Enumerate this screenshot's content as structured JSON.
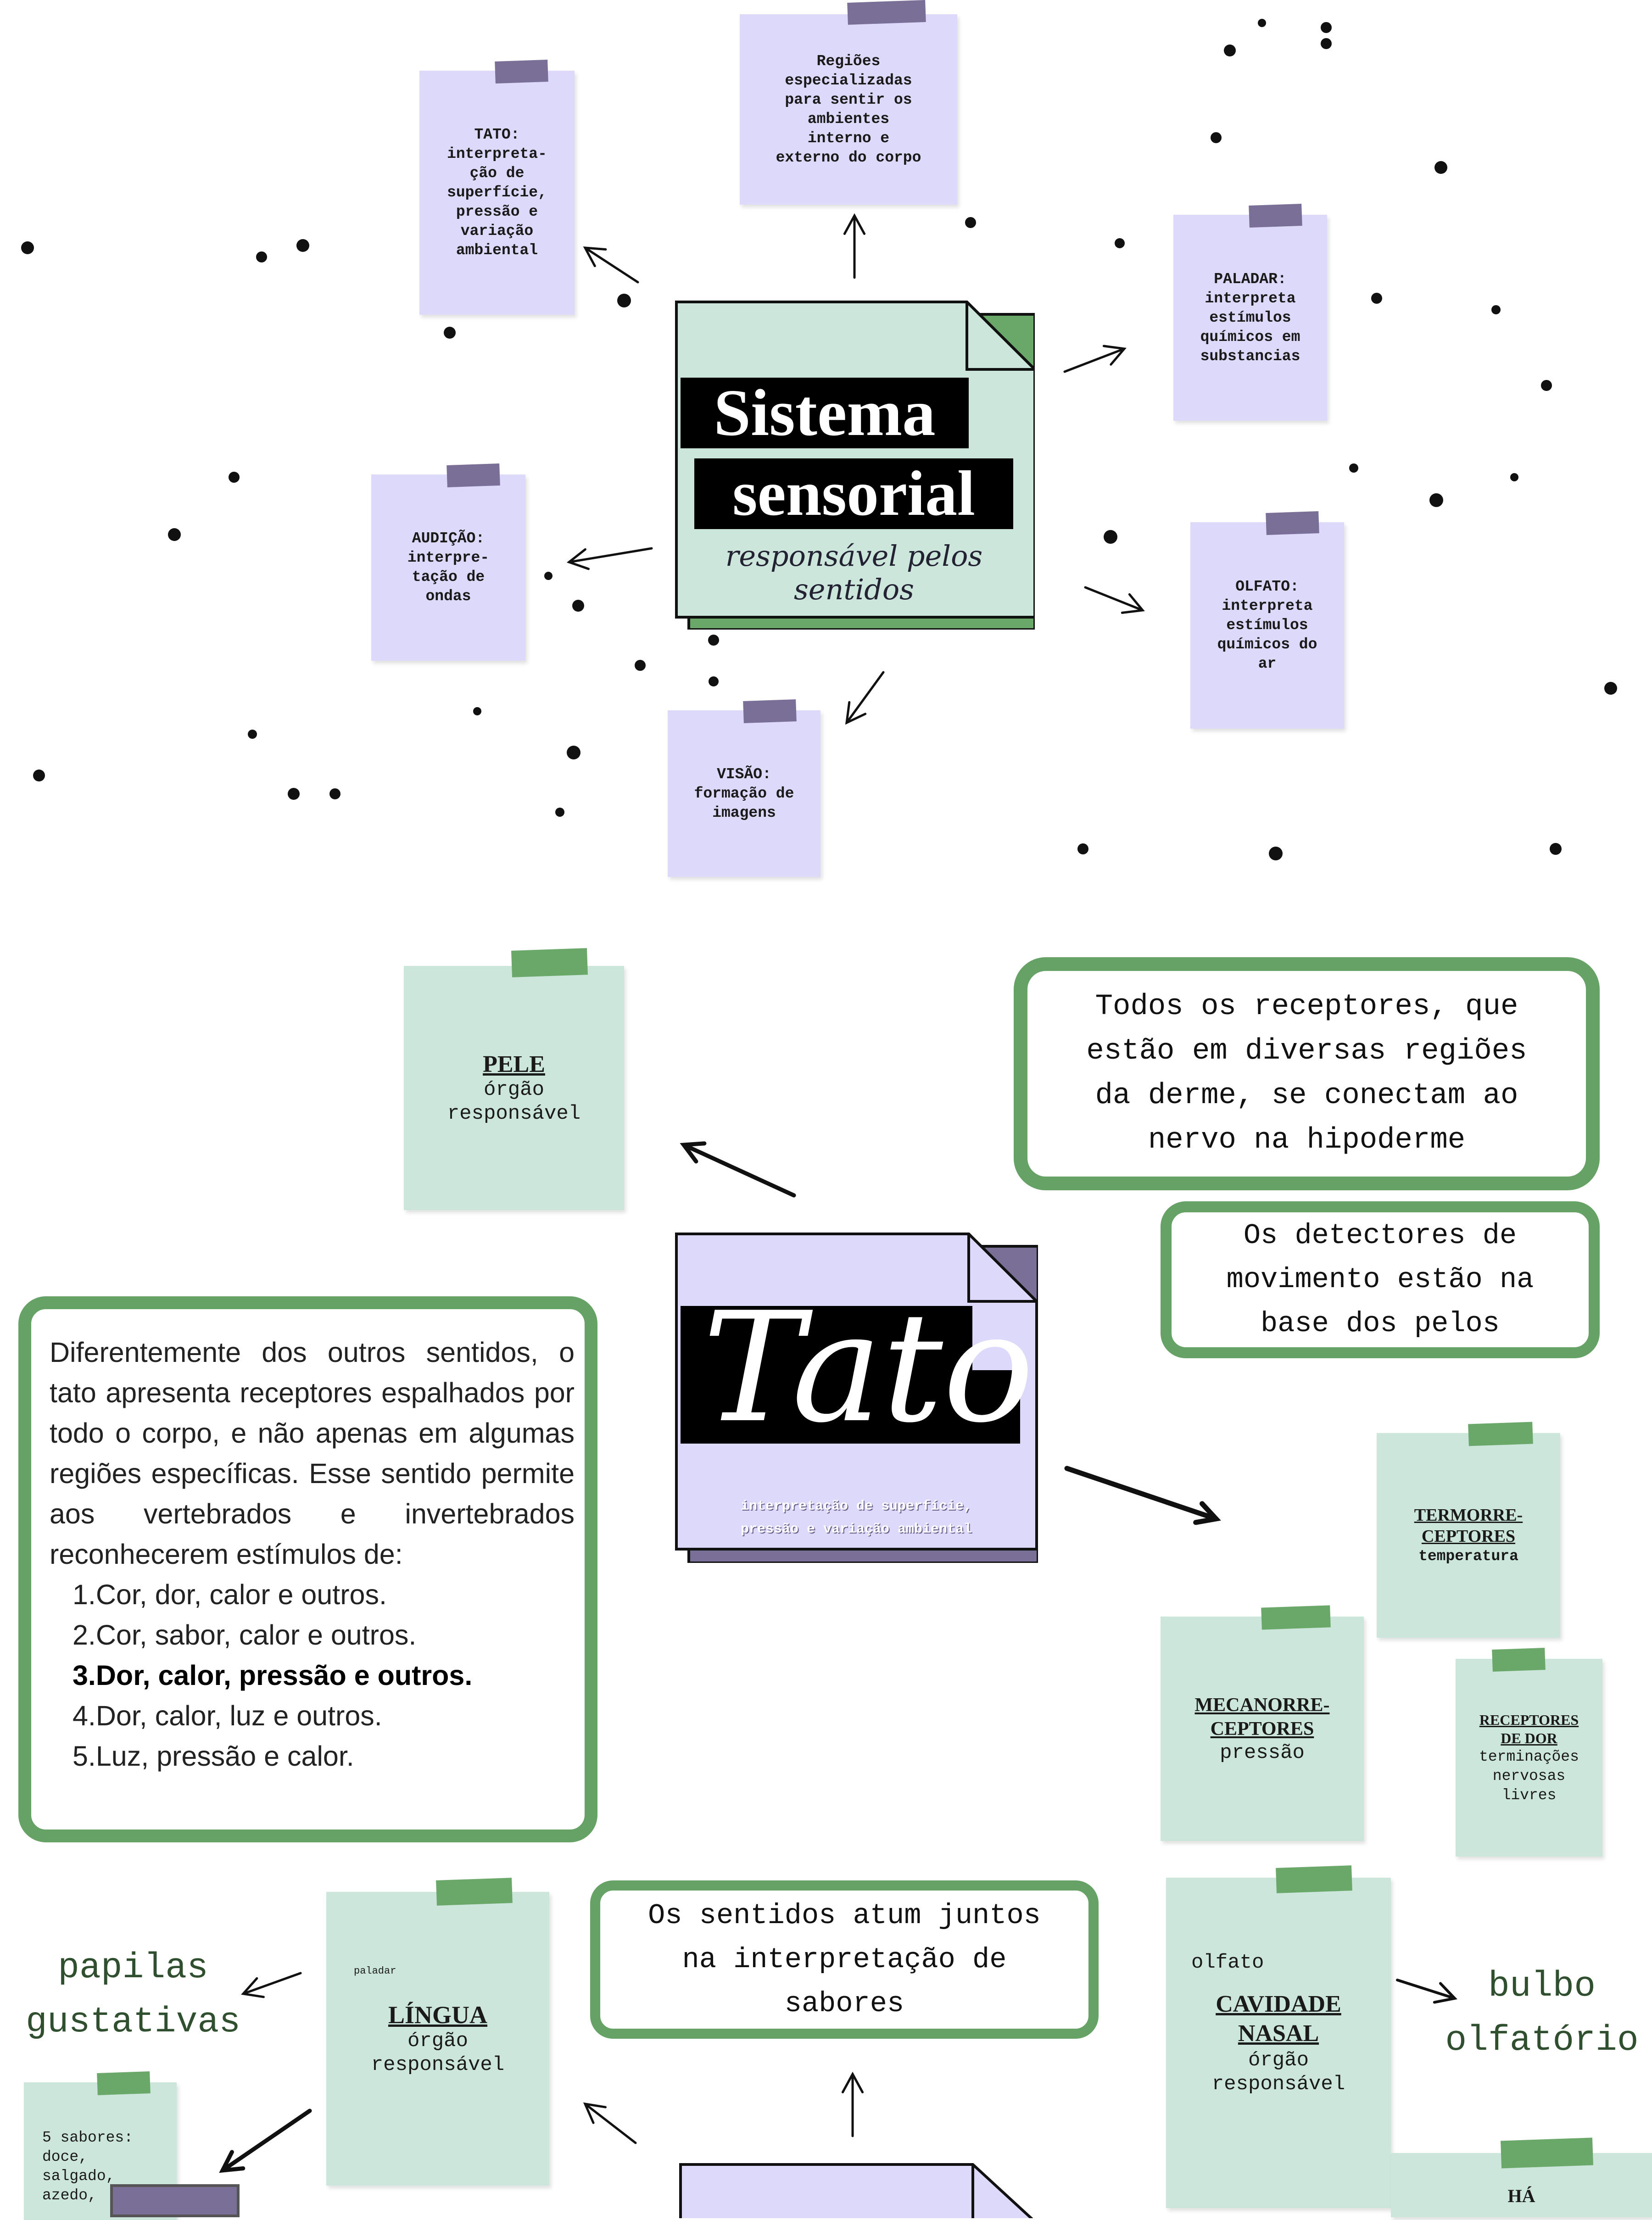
{
  "colors": {
    "lavender": "#ddd9fb",
    "mint": "#cce6dc",
    "green_border": "#66a266",
    "purple_tape": "#7a6f97",
    "green_tape": "#6aa86a",
    "black": "#000000"
  },
  "sistema": {
    "title_line1": "Sistema",
    "title_line2": "sensorial",
    "subtitle": "responsável pelos sentidos",
    "notes": {
      "regioes": "Regiões\nespecializadas\npara sentir os\nambientes\ninterno e\nexterno do corpo",
      "tato": "TATO:\ninterpreta-\nção de\nsuperfície,\npressão e\nvariação\nambiental",
      "paladar": "PALADAR:\ninterpreta\nestímulos\nquímicos em\nsubstancias",
      "audicao": "AUDIÇÃO:\ninterpre-\ntação de\nondas",
      "olfato": "OLFATO:\ninterpreta\nestímulos\nquímicos do\nar",
      "visao": "VISÃO:\nformação de\nimagens"
    }
  },
  "tato": {
    "title": "Tato",
    "subtitle": "interpretação de superfície,\npressão e variação ambiental",
    "pele": {
      "title": "PELE",
      "body": "órgão\nresponsável"
    },
    "box_receptores": "Todos os receptores, que\nestão em diversas regiões\nda derme, se conectam ao\nnervo na hipoderme",
    "box_detectores": "Os detectores de\nmovimento estão na\nbase dos pelos",
    "question": {
      "text": "Diferentemente dos outros sentidos, o tato apresenta receptores espalhados por todo o corpo, e não apenas em algumas regiões específicas. Esse sentido permite aos vertebrados e invertebrados reconhecerem estímulos de:",
      "options": [
        {
          "num": "1.",
          "text": "Cor, dor, calor e outros."
        },
        {
          "num": "2.",
          "text": "Cor, sabor, calor e outros."
        },
        {
          "num": "3.",
          "text": "Dor, calor, pressão e outros."
        },
        {
          "num": "4.",
          "text": "Dor, calor, luz e outros."
        },
        {
          "num": "5.",
          "text": "Luz, pressão e calor."
        }
      ]
    },
    "termo": {
      "title": "TERMORRE-\nCEPTORES",
      "body": "temperatura"
    },
    "mecano": {
      "title": "MECANORRE-\nCEPTORES",
      "body": "pressão"
    },
    "dor": {
      "title": "RECEPTORES\nDE DOR",
      "body": "terminações\nnervosas\nlivres"
    }
  },
  "paladar_olfato": {
    "box_sabores": "Os sentidos atum juntos\nna interpretação de\nsabores",
    "lingua": {
      "label": "paladar",
      "title": "LÍNGUA",
      "body": "órgão\nresponsável"
    },
    "papilas": "papilas\ngustativas",
    "sabores": "5 sabores:\ndoce,\nsalgado,\nazedo,",
    "nasal": {
      "label": "olfato",
      "title": "CAVIDADE\nNASAL",
      "body": "órgão\nresponsável"
    },
    "bulbo": "bulbo\nolfatório",
    "ha": "HÁ"
  }
}
